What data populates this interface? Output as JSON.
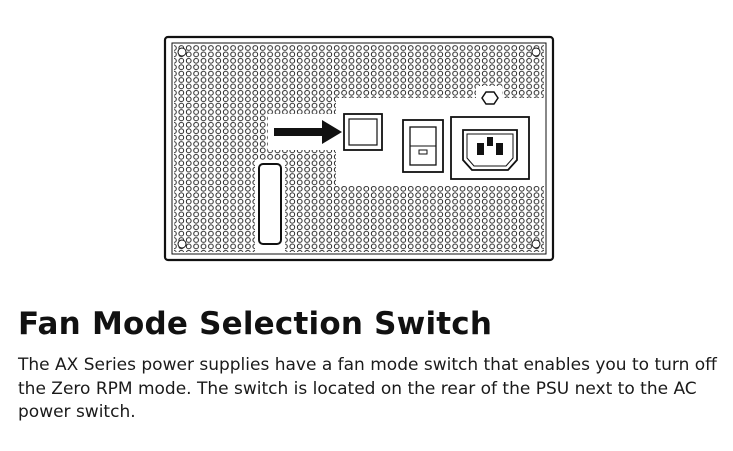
{
  "doc": {
    "heading": "Fan Mode Selection Switch",
    "body": "The AX Series power supplies have a fan mode switch that enables you to turn off the Zero RPM mode. The switch is located on the rear of the PSU next to the AC power switch."
  },
  "figure": {
    "subject": "PSU rear panel",
    "icons": [
      "arrow-icon",
      "fan-mode-switch",
      "ac-power-switch",
      "ac-power-inlet",
      "honeycomb-vent-grille"
    ]
  }
}
